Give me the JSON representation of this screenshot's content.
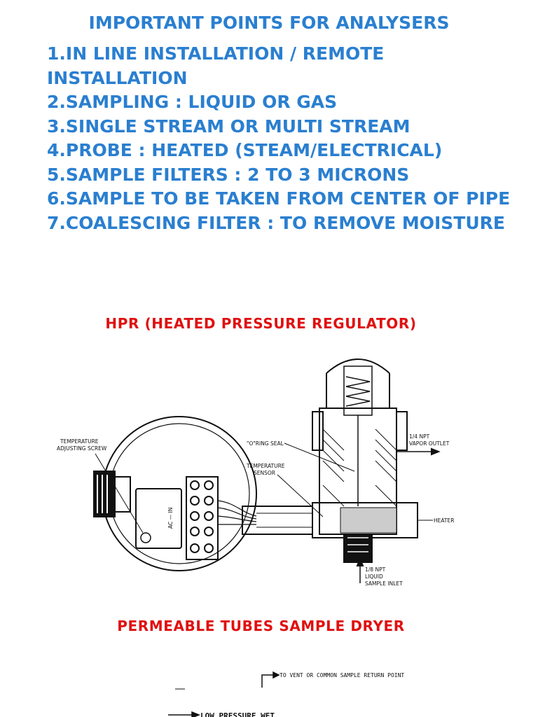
{
  "colors": {
    "blue_text": "#2a7fd0",
    "red_text": "#e01010",
    "diagram_ink": "#111111"
  },
  "header": {
    "title": "IMPORTANT POINTS FOR ANALYSERS"
  },
  "points": [
    "1.IN LINE INSTALLATION / REMOTE INSTALLATION",
    "2.SAMPLING : LIQUID OR GAS",
    "3.SINGLE STREAM OR MULTI STREAM",
    "4.PROBE : HEATED (STEAM/ELECTRICAL)",
    "5.SAMPLE FILTERS : 2 TO 3 MICRONS",
    "6.SAMPLE TO BE TAKEN FROM CENTER OF PIPE",
    "7.COALESCING FILTER : TO REMOVE MOISTURE"
  ],
  "hpr": {
    "heading": "HPR (HEATED PRESSURE REGULATOR)",
    "labels": {
      "temp_screw_1": "TEMPERATURE",
      "temp_screw_2": "ADJUSTING SCREW",
      "o_ring": "\"O\"RING SEAL",
      "temp_sensor_1": "TEMPERATURE",
      "temp_sensor_2": "SENSOR",
      "vapor_1": "1/4 NPT",
      "vapor_2": "VAPOR OUTLET",
      "heater": "HEATER",
      "inlet_1": "1/8 NPT",
      "inlet_2": "LIQUID",
      "inlet_3": "SAMPLE INLET",
      "ac_in": "AC — IN"
    }
  },
  "dryer": {
    "heading": "PERMEABLE TUBES SAMPLE DRYER",
    "labels": {
      "vent": "TO VENT OR COMMON SAMPLE RETURN POINT",
      "low_pressure": "LOW PRESSURE WET"
    }
  }
}
